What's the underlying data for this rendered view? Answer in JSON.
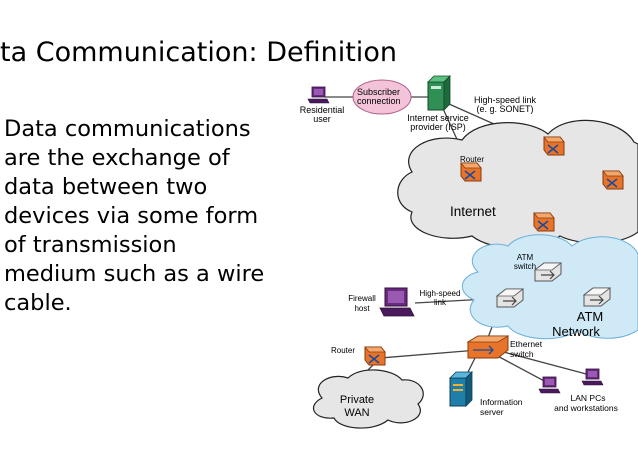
{
  "slide": {
    "title": "ta Communication: Definition",
    "body_lines": [
      "Data communications",
      "are the exchange of",
      "data between two",
      "devices via some form",
      "of transmission",
      "medium such as a wire",
      "cable."
    ]
  },
  "diagram": {
    "labels": {
      "subscriber_1": "Subscriber",
      "subscriber_2": "connection",
      "residential_1": "Residential",
      "residential_2": "user",
      "isp_1": "Internet service",
      "isp_2": "provider (ISP)",
      "hslink_top_1": "High-speed link",
      "hslink_top_2": "(e. g. SONET)",
      "router_top": "Router",
      "internet": "Internet",
      "atm_switch_1": "ATM",
      "atm_switch_2": "switch",
      "hslink_mid_1": "High-speed",
      "hslink_mid_2": "link",
      "firewall_1": "Firewall",
      "firewall_2": "host",
      "atm_net_1": "ATM",
      "atm_net_2": "Network",
      "ethernet_1": "Ethernet",
      "ethernet_2": "switch",
      "router_bottom": "Router",
      "private_1": "Private",
      "private_2": "WAN",
      "info_1": "Information",
      "info_2": "server",
      "lan_1": "LAN PCs",
      "lan_2": "and workstations"
    },
    "colors": {
      "router": "#e8742a",
      "internet_cloud": "#e6e6e6",
      "atm_cloud": "#cfe9f7",
      "atm_switch": "#e4e4e4",
      "subscriber_cloud": "#f2c3d9",
      "computer": "#6a2a80",
      "isp_box": "#2f8f54",
      "server": "#1e7fa8"
    }
  }
}
